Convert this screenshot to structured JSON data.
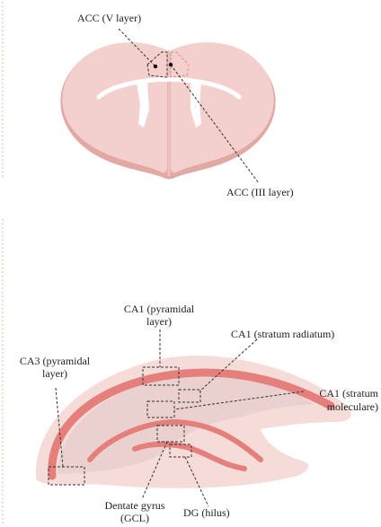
{
  "colors": {
    "tissue": "#f3d0cd",
    "tissue_edge": "#e2a8a4",
    "midline": "#efc2bf",
    "ventricle": "#ffffff",
    "pyramidal": "#e57f7c",
    "hippo_outer": "#f6dcd9",
    "hippo_inner": "#ead0cf",
    "dotted_edge": "#f0a9a3",
    "leader": "#333333"
  },
  "brain_section": {
    "labels": {
      "acc_v": "ACC (V layer)",
      "acc_iii": "ACC (III layer)"
    }
  },
  "hippocampus_section": {
    "labels": {
      "ca1_pyr_1": "CA1 (pyramidal",
      "ca1_pyr_2": "layer)",
      "ca1_rad": "CA1 (stratum radiatum)",
      "ca1_mol_1": "CA1 (stratum",
      "ca1_mol_2": "moleculare)",
      "ca3_1": "CA3 (pyramidal",
      "ca3_2": "layer)",
      "dg_gcl_1": "Dentate gyrus",
      "dg_gcl_2": "(GCL)",
      "dg_hilus": "DG (hilus)"
    }
  }
}
